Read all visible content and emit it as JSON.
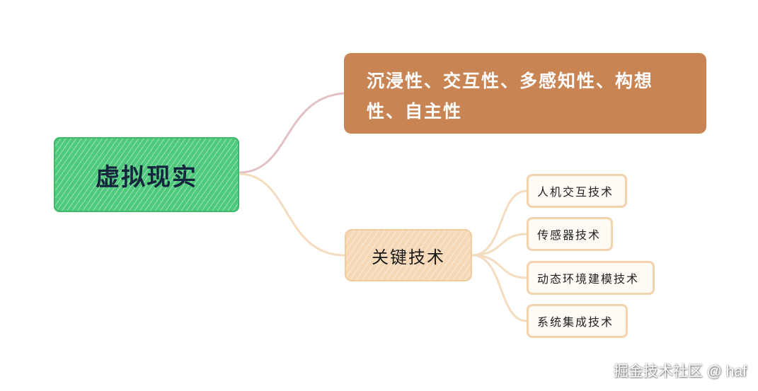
{
  "mindmap": {
    "root": {
      "label": "虚拟现实",
      "color": "#4fc97c"
    },
    "characteristics": {
      "label": "沉浸性、交互性、多感知性、构想性、自主性",
      "color": "#c98454"
    },
    "key_tech": {
      "label": "关键技术",
      "color": "#f6d8b6",
      "children": [
        {
          "label": "人机交互技术"
        },
        {
          "label": "传感器技术"
        },
        {
          "label": "动态环境建模技术"
        },
        {
          "label": "系统集成技术"
        }
      ]
    },
    "connector_colors": {
      "to_characteristics": "#e2c1c4",
      "to_key_tech": "#f4dcbf"
    }
  },
  "watermark": "掘金技术社区 @ haf"
}
